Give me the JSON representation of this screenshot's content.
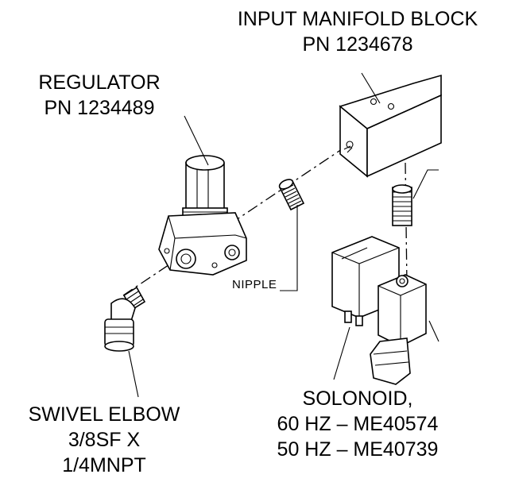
{
  "labels": {
    "manifold": [
      "INPUT MANIFOLD BLOCK",
      "PN 1234678"
    ],
    "regulator": [
      "REGULATOR",
      "PN 1234489"
    ],
    "elbow": [
      "SWIVEL ELBOW",
      "3/8SF X",
      "1/4MNPT"
    ],
    "solenoid": [
      "SOLONOID,",
      "60 HZ – ME40574",
      "50 HZ – ME40739"
    ],
    "nipple": "NIPPLE"
  }
}
